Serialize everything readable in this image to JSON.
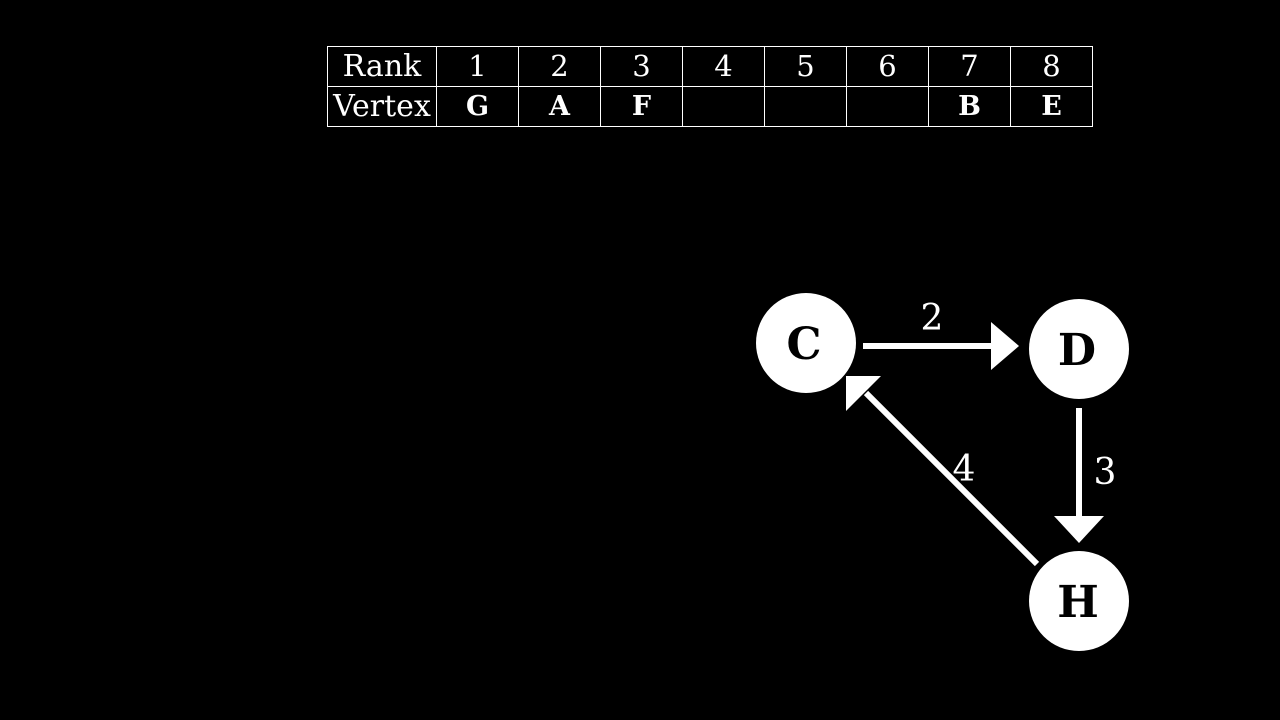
{
  "table": {
    "rank_header": "Rank",
    "vertex_header": "Vertex",
    "ranks": [
      "1",
      "2",
      "3",
      "4",
      "5",
      "6",
      "7",
      "8"
    ],
    "vertices": [
      "G",
      "A",
      "F",
      "",
      "",
      "",
      "B",
      "E"
    ]
  },
  "graph": {
    "nodes": [
      {
        "id": "C",
        "label": "C"
      },
      {
        "id": "D",
        "label": "D"
      },
      {
        "id": "H",
        "label": "H"
      }
    ],
    "edges": [
      {
        "from": "C",
        "to": "D",
        "weight": "2"
      },
      {
        "from": "D",
        "to": "H",
        "weight": "3"
      },
      {
        "from": "H",
        "to": "C",
        "weight": "4"
      }
    ]
  },
  "colors": {
    "background": "#000000",
    "foreground": "#ffffff",
    "node_text": "#000000"
  }
}
